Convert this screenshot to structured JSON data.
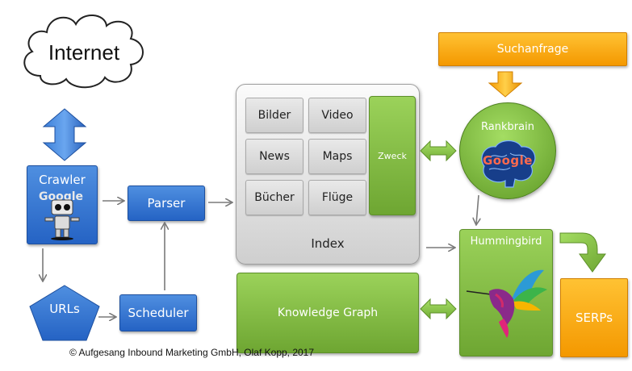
{
  "internet": {
    "label": "Internet"
  },
  "crawler": {
    "label": "Crawler",
    "logo_text": "Google"
  },
  "parser": {
    "label": "Parser"
  },
  "urls": {
    "label": "URLs"
  },
  "scheduler": {
    "label": "Scheduler"
  },
  "index": {
    "label": "Index",
    "tiles": [
      "Bilder",
      "Video",
      "News",
      "Maps",
      "Bücher",
      "Flüge"
    ],
    "zweck_label": "Zweck"
  },
  "knowledge_graph": {
    "label": "Knowledge Graph"
  },
  "suchanfrage": {
    "label": "Suchanfrage"
  },
  "rankbrain": {
    "label": "Rankbrain",
    "logo_text": "Google"
  },
  "hummingbird": {
    "label": "Hummingbird"
  },
  "serps": {
    "label": "SERPs"
  },
  "copyright": "© Aufgesang Inbound Marketing GmbH, Olaf Kopp, 2017",
  "colors": {
    "blue": "#2f6fd0",
    "green": "#7cb83a",
    "orange": "#f7a300",
    "grey": "#d6d6d6"
  }
}
